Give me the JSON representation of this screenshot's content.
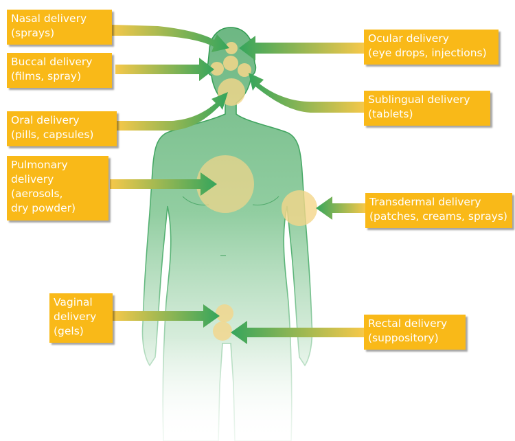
{
  "colors": {
    "label_fill": "#f9b918",
    "label_text": "#ffffff",
    "body_fill": "#7cbf8e",
    "body_outline": "#3aa055",
    "target_circle": "#f4d68a",
    "arrow_green": "#3aa860",
    "arrow_yellow": "#f6c84a"
  },
  "labels": {
    "nasal": {
      "line1": "Nasal delivery",
      "line2": "(sprays)"
    },
    "buccal": {
      "line1": "Buccal delivery",
      "line2": "(films, spray)"
    },
    "oral": {
      "line1": "Oral delivery",
      "line2": "(pills, capsules)"
    },
    "pulmonary": {
      "line1": "Pulmonary",
      "line2": "delivery",
      "line3": "(aerosols,",
      "line4": "dry powder)"
    },
    "vaginal": {
      "line1": "Vaginal",
      "line2": "delivery",
      "line3": "(gels)"
    },
    "ocular": {
      "line1": "Ocular delivery",
      "line2": "(eye drops, injections)"
    },
    "sublingual": {
      "line1": "Sublingual delivery",
      "line2": "(tablets)"
    },
    "transdermal": {
      "line1": "Transdermal delivery",
      "line2": "(patches, creams, sprays)"
    },
    "rectal": {
      "line1": "Rectal delivery",
      "line2": "(suppository)"
    }
  }
}
